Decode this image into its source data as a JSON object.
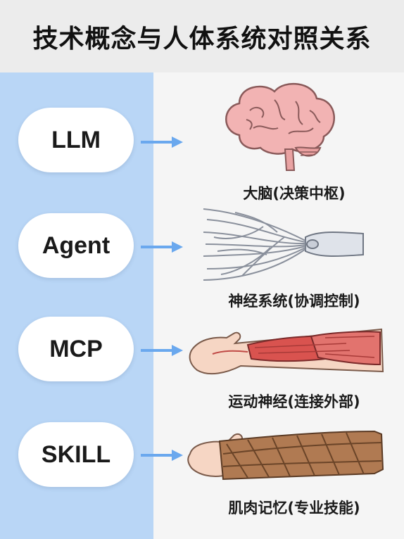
{
  "title": "技术概念与人体系统对照关系",
  "rows": [
    {
      "term": "LLM",
      "caption": "大脑(决策中枢)",
      "icon": "brain-icon"
    },
    {
      "term": "Agent",
      "caption": "神经系统(协调控制)",
      "icon": "nerves-icon"
    },
    {
      "term": "MCP",
      "caption": "运动神经(连接外部)",
      "icon": "arm-muscle-icon"
    },
    {
      "term": "SKILL",
      "caption": "肌肉记忆(专业技能)",
      "icon": "bandaged-arm-icon"
    }
  ],
  "colors": {
    "left_panel": "#b9d6f6",
    "arrow": "#6aa8ee",
    "brain": "#f2b3b3",
    "muscle": "#d9534f",
    "bandage": "#b07a52"
  }
}
